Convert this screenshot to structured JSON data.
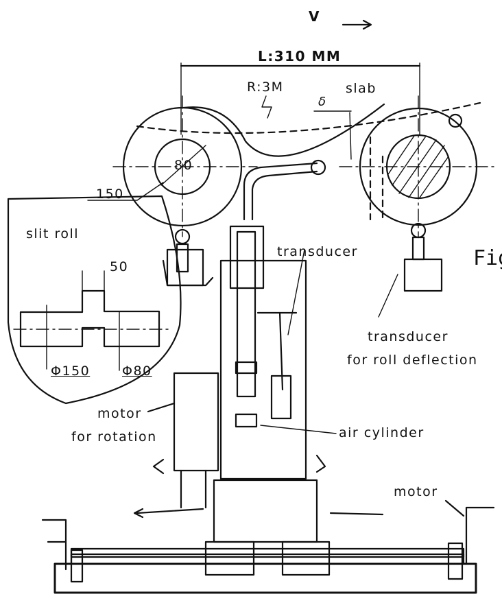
{
  "labels": {
    "velocity": "V",
    "length": "L:310 MM",
    "radius": "R:3M",
    "slab": "slab",
    "delta": "δ",
    "roll_inner_dim": "80",
    "roll_outer_dim": "150",
    "slit_roll": "slit roll",
    "slit_width": "50",
    "phi150": "Φ150",
    "phi80": "Φ80",
    "transducer_top": "transducer",
    "transducer_right": "transducer",
    "roll_deflection": "for roll deflection",
    "fig": "Fig",
    "motor_rotation": "motor",
    "for_rotation": "for rotation",
    "air_cylinder": "air cylinder",
    "motor_right": "motor"
  }
}
